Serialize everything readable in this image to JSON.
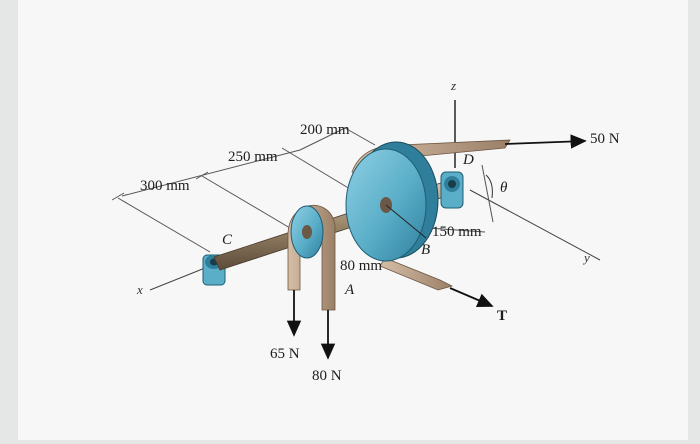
{
  "dimensions": {
    "d300": "300 mm",
    "d250": "250 mm",
    "d200": "200 mm",
    "d150": "150 mm",
    "d80": "80 mm"
  },
  "forces": {
    "f50": "50 N",
    "f65": "65 N",
    "f80": "80 N",
    "tension": "T"
  },
  "points": {
    "c": "C",
    "a": "A",
    "b": "B",
    "d": "D"
  },
  "axes": {
    "x": "x",
    "y": "y",
    "z": "z"
  },
  "angle": "θ",
  "colors": {
    "shaft": "#7a6a58",
    "disc": "#5aaec8",
    "disc_dark": "#2f7f9c",
    "belt": "#b89e86",
    "belt_dark": "#7d6552",
    "line": "#222222"
  }
}
